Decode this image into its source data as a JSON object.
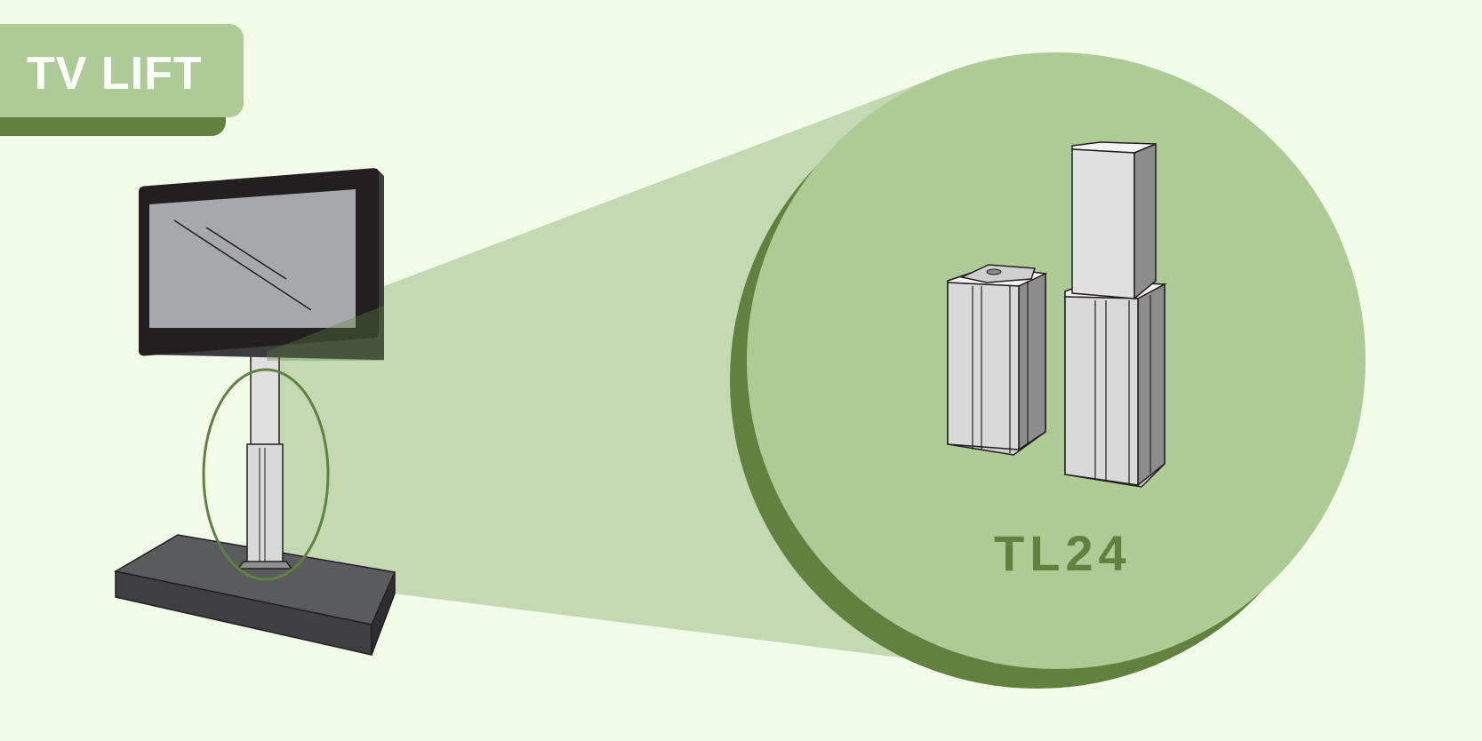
{
  "title": "TV LIFT",
  "model_label": "TL24",
  "colors": {
    "background": "#f1fbe8",
    "accent_light": "#adcb94",
    "accent_dark": "#5f833f",
    "beam": "#c4d8b1",
    "tv_frame": "#231f20",
    "tv_screen": "#a6a8ab",
    "base": "#3f3f42",
    "column": "#d9d9d9"
  },
  "icons": [
    "tv-illustration",
    "lift-column-illustration",
    "magnifier-circle",
    "highlight-ellipse"
  ]
}
